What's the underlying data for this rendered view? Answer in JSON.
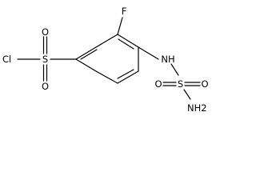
{
  "molecule": {
    "atoms": {
      "chlorine": "Cl",
      "sulfonyl_sulfur": "S",
      "sulfonyl_oxygen_top": "O",
      "sulfonyl_oxygen_bottom": "O",
      "fluorine": "F",
      "amine_nh": "NH",
      "sulfamoyl_sulfur": "S",
      "sulfamoyl_oxygen_left": "O",
      "sulfamoyl_oxygen_right": "O",
      "terminal_amine": "NH2"
    }
  },
  "colors": {
    "bond": "#000000",
    "text": "#000000",
    "background": "#ffffff"
  }
}
